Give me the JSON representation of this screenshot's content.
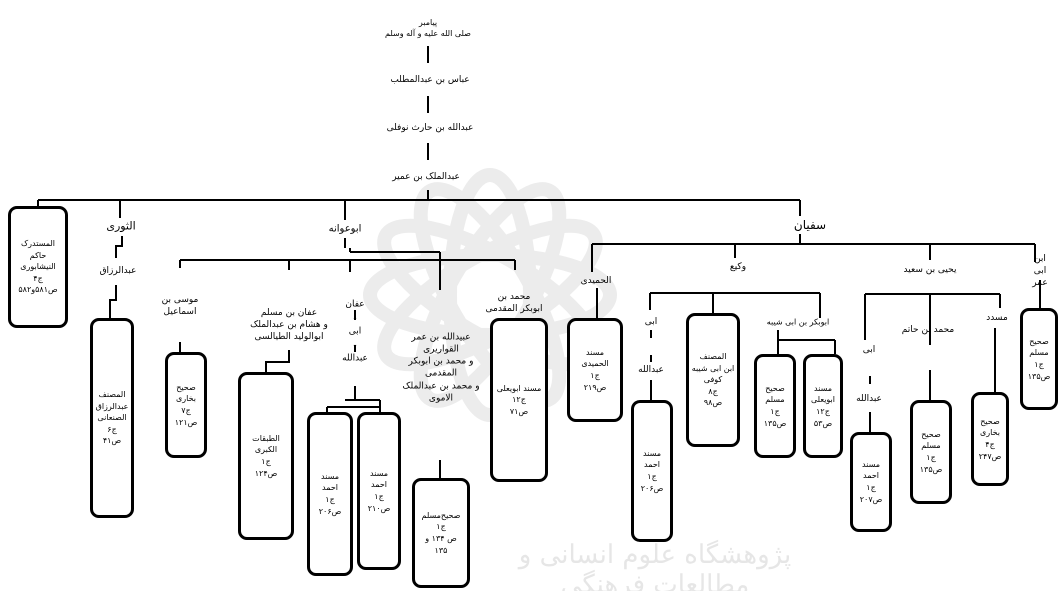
{
  "top": {
    "prophet": "پیامبر\nصلی الله علیه و آله وسلم",
    "abbas": "عباس بن عبدالمطلب",
    "abdullah": "عبدالله بن حارث نوفلی",
    "abdulmalik": "عبدالملک بن عمیر"
  },
  "branches": {
    "sufyan": "سفیان",
    "abu_awana": "ابوعوانه",
    "thawri": "الثوری"
  },
  "narrators": {
    "ibn_abi_umar": "ابن ابی عمر",
    "yahya": "یحیی بن سعید",
    "waki": "وکیع",
    "humaydi": "الحمیدی",
    "musaddad": "مسدد",
    "muhammad_hatim": "محمد بن حاتم",
    "abi_1": "ابی",
    "abdullah_1": "عبدالله",
    "abu_bakr_abi_shayba": "ابوبکر بن ابی شیبه",
    "abi_2": "ابی",
    "abdullah_2": "عبدالله",
    "muhammad_abubakr": "محمد بن\nابوبکر المقدمی",
    "ubaydullah": "عبیدالله بن عمر\nالقواریری\nو محمد بن ابوبکر\nالمقدمی\nو محمد بن عبدالملک\nالاموی",
    "affan_chain": "عفان\n-\nابی\n-\nعبدالله",
    "affan_muslim": "عفان بن مسلم\nو هشام بن عبدالملک\nابوالولید الطیالسی",
    "musa": "موسی بن\nاسماعیل",
    "abd_razzaq": "عبدالرزاق"
  },
  "sources": {
    "muslim_ibn_abi_umar": "صحیح\nمسلم\nج۱\nص۱۳۵",
    "bukhari_musaddad": "صحیح\nبخاری\nج۴\nص۲۴۷",
    "muslim_hatim": "صحیح\nمسلم\nج۱\nص۱۳۵",
    "ahmad_207": "مسند\nاحمد\nج۱\nص۲۰۷",
    "abu_yala_53": "مسند\nابویعلی\nج۱۲\nص۵۳",
    "muslim_waki": "صحیح\nمسلم\nج۱\nص۱۳۵",
    "ibn_abi_shayba": "المصنف\nابن ابی شیبه\nکوفی\nج۸\nص۹۸",
    "ahmad_206_b": "مسند\nاحمد\nج۱\nص۲۰۶",
    "humaydi_src": "مسند\nالحمیدی\nج۱\nص۲۱۹",
    "abu_yala_71": "مسند ابویعلی\nج۱۲\nص۷۱",
    "muslim_134": "صحیح‌مسلم\nج۱\nص ۱۳۴ و\n۱۳۵",
    "ahmad_210": "مسند\nاحمد\nج۱\nص۲۱۰",
    "ahmad_206_a": "مسند\nاحمد\nج۱\nص۲۰۶",
    "tabaqat": "الطبقات\nالکبری\nج۱\nص۱۲۴",
    "bukhari_musa": "صحیح\nبخاری\nج۷\nص۱۲۱",
    "abd_razzaq_src": "المصنف\nعبدالرزاق\nالصنعانی\nج۶\nص۴۱",
    "mustadrak": "المستدرک\nحاکم\nالنیشابوری\nج۴\nص۵۸۱و۵۸۲"
  },
  "watermark": "پژوهشگاه علوم انسانی و مطالعات فرهنگی"
}
